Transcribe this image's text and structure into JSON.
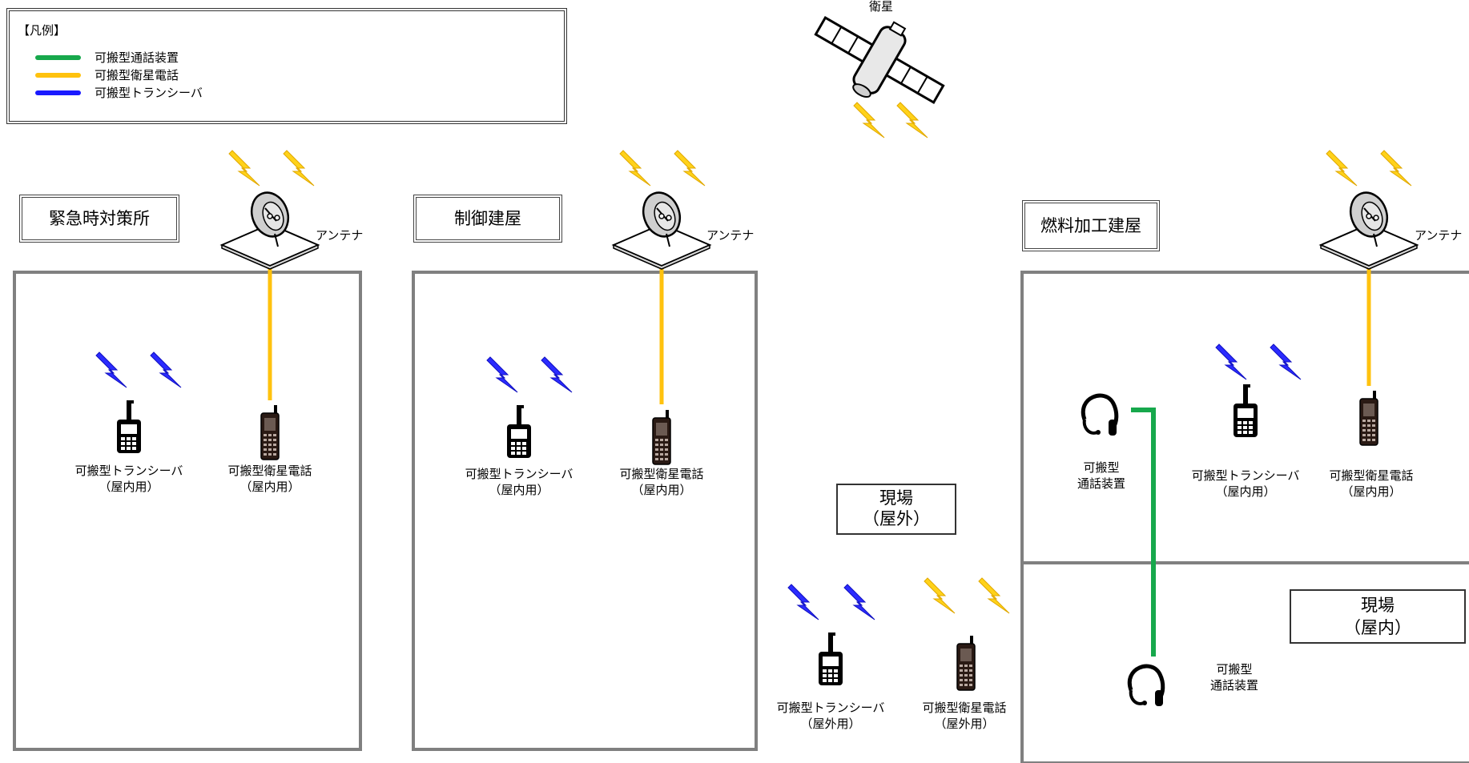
{
  "legend": {
    "title": "【凡例】",
    "items": [
      {
        "label": "可搬型通話装置",
        "color": "#17a84c"
      },
      {
        "label": "可搬型衛星電話",
        "color": "#ffc20e"
      },
      {
        "label": "可搬型トランシーバ",
        "color": "#1a1aff"
      }
    ]
  },
  "satellite": {
    "label": "衛星"
  },
  "antenna_label": "アンテナ",
  "buildings": {
    "emergency": {
      "title": "緊急時対策所"
    },
    "control": {
      "title": "制御建屋"
    },
    "fuel": {
      "title": "燃料加工建屋"
    }
  },
  "devices": {
    "transceiver_indoor": {
      "line1": "可搬型トランシーバ",
      "line2": "（屋内用）"
    },
    "satphone_indoor": {
      "line1": "可搬型衛星電話",
      "line2": "（屋内用）"
    },
    "transceiver_outdoor": {
      "line1": "可搬型トランシーバ",
      "line2": "（屋外用）"
    },
    "satphone_outdoor": {
      "line1": "可搬型衛星電話",
      "line2": "（屋外用）"
    },
    "talk_device": {
      "line1": "可搬型",
      "line2": "通話装置"
    }
  },
  "field_outdoor": {
    "line1": "現場",
    "line2": "（屋外）"
  },
  "field_indoor": {
    "line1": "現場",
    "line2": "（屋内）"
  },
  "colors": {
    "frame": "#808080",
    "bolt_blue": "#2b2bff",
    "bolt_yellow": "#ffc20e",
    "line_green": "#17a84c",
    "line_yellow": "#ffc20e"
  }
}
